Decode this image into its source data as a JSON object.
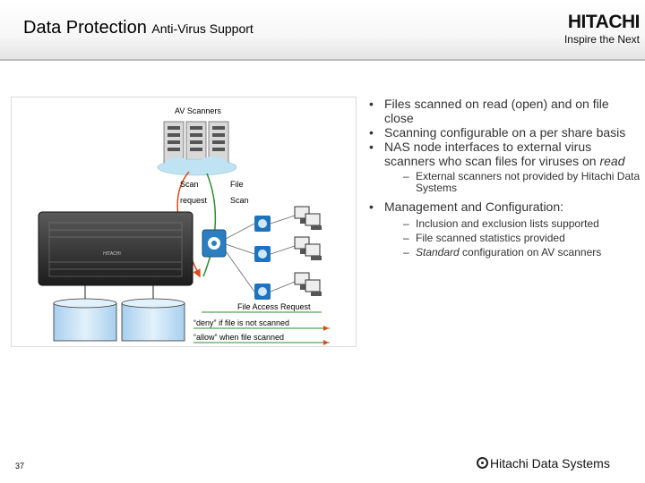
{
  "header": {
    "title": "Data Protection",
    "subtitle": "Anti-Virus Support",
    "logo_word": "HITACHI",
    "logo_tagline": "Inspire the Next"
  },
  "diagram": {
    "av_scanners_label": "AV Scanners",
    "scan_label": "Scan",
    "request_label": "request",
    "file_label": "File",
    "scan2_label": "Scan",
    "file_access_request": "File Access Request",
    "deny_text": "“deny” if file is not scanned",
    "allow_text": "“allow” when file scanned",
    "colors": {
      "arrow_red": "#d94c1a",
      "arrow_green": "#2e8b2e",
      "cloud": "#bfe3f2",
      "disk": "#cfe6f7"
    }
  },
  "bullets": [
    {
      "level": 1,
      "text": "Files scanned on read (open) and on file close"
    },
    {
      "level": 1,
      "text": "Scanning configurable on a per share basis"
    },
    {
      "level": 1,
      "text_before": "NAS node interfaces to external virus scanners who scan files for viruses on ",
      "text_italic": "read"
    },
    {
      "level": 2,
      "text": "External scanners not provided by Hitachi Data Systems"
    },
    {
      "level": 1,
      "text": "Management and Configuration:"
    },
    {
      "level": 2,
      "text": "Inclusion and exclusion lists supported"
    },
    {
      "level": 2,
      "text": "File scanned statistics provided"
    },
    {
      "level": 2,
      "text_italic": "Standard",
      "text_after": " configuration on AV scanners"
    }
  ],
  "footer": {
    "page_number": "37",
    "company": "Hitachi Data Systems"
  }
}
